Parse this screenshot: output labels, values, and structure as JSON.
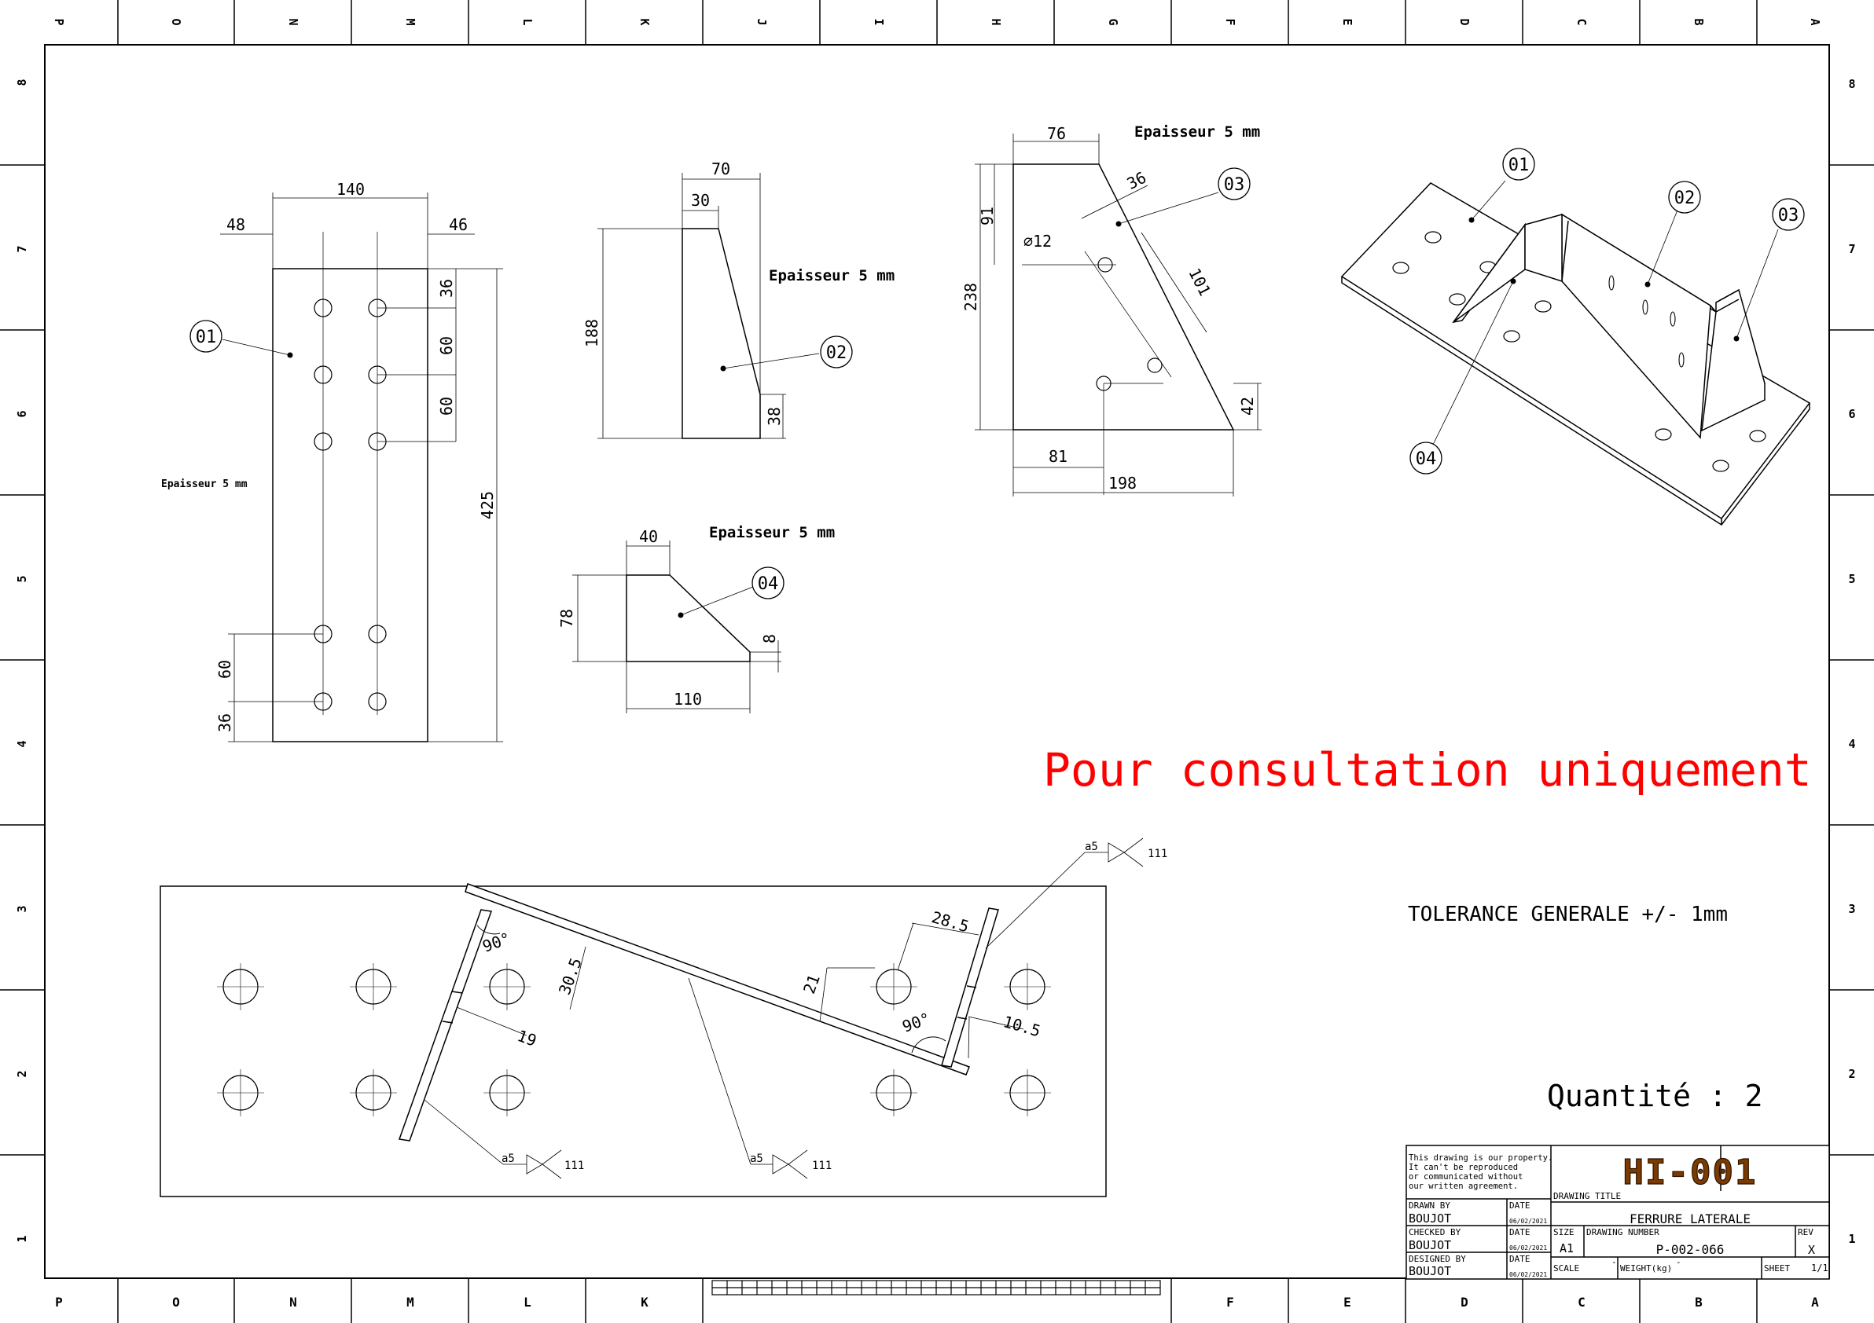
{
  "frame": {
    "top_letters": [
      "P",
      "O",
      "N",
      "M",
      "L",
      "K",
      "J",
      "I",
      "H",
      "G",
      "F",
      "E",
      "D",
      "C",
      "B",
      "A"
    ],
    "bottom_letters": [
      "P",
      "O",
      "N",
      "M",
      "L",
      "K",
      "",
      "",
      "",
      "",
      "F",
      "E",
      "D",
      "C",
      "B",
      "A"
    ],
    "side_numbers": [
      "8",
      "7",
      "6",
      "5",
      "4",
      "3",
      "2",
      "1"
    ]
  },
  "part01": {
    "tag": "01",
    "thickness": "Epaisseur 5 mm",
    "dims": {
      "width": "140",
      "left_offset": "48",
      "right_offset": "46",
      "top": "36",
      "pitch1": "60",
      "pitch2": "60",
      "height": "425",
      "bottom_pitch": "60",
      "bottom": "36"
    }
  },
  "part02": {
    "tag": "02",
    "thickness": "Epaisseur 5 mm",
    "dims": {
      "width": "70",
      "top": "30",
      "height": "188",
      "end": "38"
    }
  },
  "part03": {
    "tag": "03",
    "thickness": "Epaisseur 5 mm",
    "dims": {
      "top": "76",
      "slant_off": "36",
      "hole_y": "91",
      "hole_dia": "∅12",
      "height": "238",
      "pitch": "101",
      "end": "42",
      "hole_x": "81",
      "base": "198"
    }
  },
  "part04": {
    "tag": "04",
    "thickness": "Epaisseur 5 mm",
    "dims": {
      "top": "40",
      "height": "78",
      "end": "8",
      "base": "110"
    }
  },
  "iso_tags": [
    "01",
    "02",
    "03",
    "04"
  ],
  "assembly": {
    "angle1": "90°",
    "angle2": "90°",
    "d1": "30.5",
    "d2": "19",
    "d3": "21",
    "d4": "28.5",
    "d5": "10.5",
    "weld_size": "a5",
    "weld_process": "111"
  },
  "watermark": {
    "text": "Pour consultation uniquement",
    "color": "#ff0000"
  },
  "tolerance": "TOLERANCE GENERALE +/- 1mm",
  "quantity": "Quantité : 2",
  "title_block": {
    "disclaimer": [
      "This drawing is our property.",
      "It can't be reproduced",
      "or communicated without",
      "our written agreement."
    ],
    "logo_text": "HI-001",
    "drawing_title_label": "DRAWING TITLE",
    "drawing_title": "FERRURE LATERALE",
    "drawn_by_label": "DRAWN BY",
    "drawn_by": "BOUJOT",
    "checked_by_label": "CHECKED BY",
    "checked_by": "BOUJOT",
    "designed_by_label": "DESIGNED BY",
    "designed_by": "BOUJOT",
    "date_label": "DATE",
    "date1": "06/02/2021",
    "date2": "06/02/2021",
    "date3": "06/02/2021",
    "size_label": "SIZE",
    "size": "A1",
    "drawing_number_label": "DRAWING NUMBER",
    "drawing_number": "P-002-066",
    "rev_label": "REV",
    "rev": "X",
    "scale_label": "SCALE",
    "scale": "-",
    "weight_label": "WEIGHT(kg)",
    "weight": "-",
    "sheet_label": "SHEET",
    "sheet": "1/1"
  }
}
